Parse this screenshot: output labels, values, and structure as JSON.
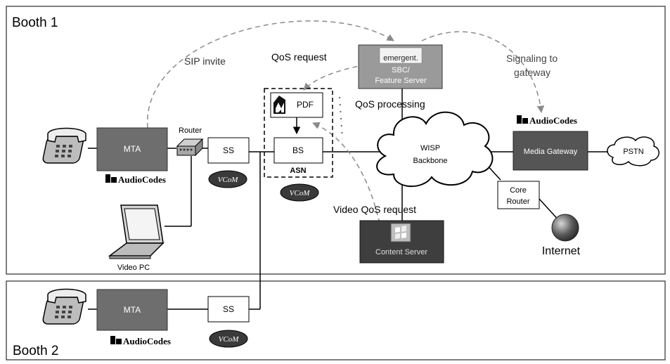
{
  "booth1": {
    "title": "Booth 1"
  },
  "booth2": {
    "title": "Booth 2"
  },
  "labels": {
    "sip_invite": "SIP invite",
    "qos_request": "QoS request",
    "signaling_line1": "Signaling to",
    "signaling_line2": "gateway",
    "qos_processing": "QoS processing",
    "video_qos_request": "Video QoS request",
    "router": "Router",
    "video_pc": "Video PC",
    "internet": "Internet"
  },
  "nodes": {
    "mta1": "MTA",
    "mta2": "MTA",
    "ss1": "SS",
    "ss2": "SS",
    "bs": "BS",
    "pdf": "PDF",
    "asn": "ASN",
    "sbc_brand": "emergent.",
    "sbc_line1": "SBC/",
    "sbc_line2": "Feature Server",
    "wisp_line1": "WISP",
    "wisp_line2": "Backbone",
    "media_gateway": "Media Gateway",
    "pstn": "PSTN",
    "core_router_line1": "Core",
    "core_router_line2": "Router",
    "content_server": "Content Server"
  },
  "logos": {
    "audiocodes": "AudioCodes",
    "vcom": "VCoM"
  },
  "colors": {
    "device_fill": "#6e6e6e",
    "sbc_fill": "#9a9a9a",
    "content_server_fill": "#3e3e3e",
    "dashed_arrow": "#8a8a8a",
    "line": "#000000"
  }
}
